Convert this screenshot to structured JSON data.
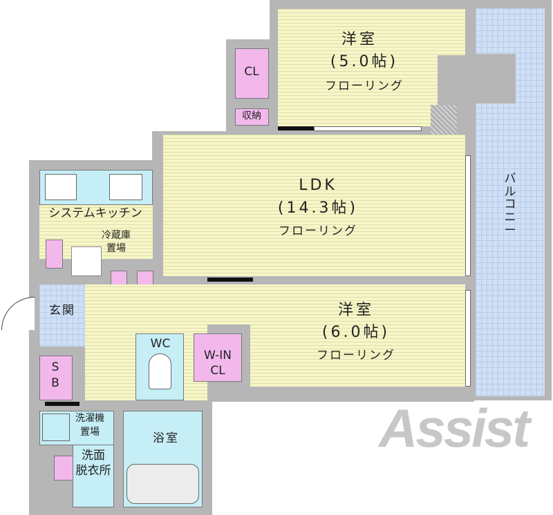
{
  "rooms": {
    "western_5": {
      "name": "洋室",
      "size": "(5.0帖)",
      "floor": "フローリング"
    },
    "ldk": {
      "name": "LDK",
      "size": "(14.3帖)",
      "floor": "フローリング"
    },
    "western_6": {
      "name": "洋室",
      "size": "(6.0帖)",
      "floor": "フローリング"
    },
    "closet": "CL",
    "storage": "収納",
    "kitchen": "システムキッチン",
    "fridge": [
      "冷蔵庫",
      "置場"
    ],
    "entrance": "玄関",
    "shoe_box": [
      "S",
      "B"
    ],
    "toilet": "WC",
    "walk_in_closet": [
      "W-IN",
      "CL"
    ],
    "washer": [
      "洗濯機",
      "置場"
    ],
    "washroom": [
      "洗面",
      "脱衣所"
    ],
    "bathroom": "浴室",
    "balcony": "バルコニー"
  },
  "logo": "Assist",
  "colors": {
    "floor": "#f6f6c6",
    "wall": "#b6b6b6",
    "storage": "#f2b8ec",
    "wet": "#c6eef6",
    "balcony": "#cfe0f6"
  }
}
